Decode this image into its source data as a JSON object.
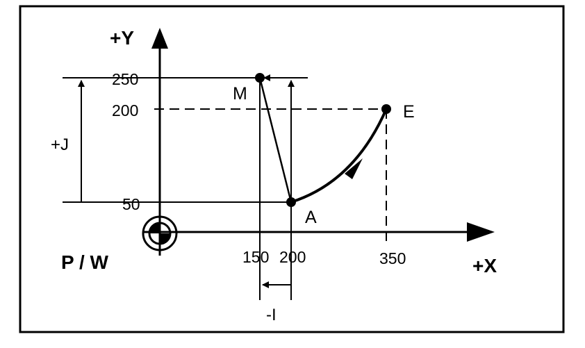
{
  "axes": {
    "x_label": "+X",
    "y_label": "+Y",
    "origin_label": "P / W"
  },
  "ticks": {
    "x": [
      "150",
      "200",
      "350"
    ],
    "y": [
      "250",
      "200",
      "50"
    ]
  },
  "points": {
    "start": "A",
    "end": "E",
    "center": "M"
  },
  "offsets": {
    "i": "-I",
    "j": "+J"
  },
  "colors": {
    "ink": "#000000",
    "background": "#ffffff"
  }
}
